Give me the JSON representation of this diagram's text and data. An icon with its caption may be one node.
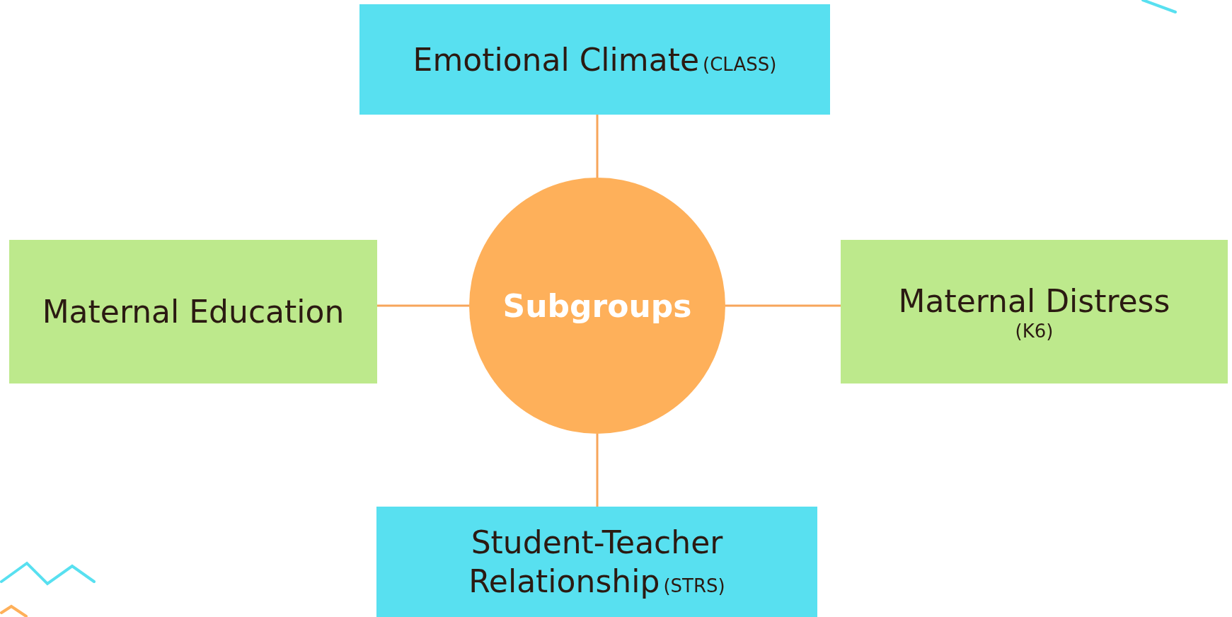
{
  "diagram": {
    "nodes": [
      {
        "text": [
          "Emotional Climate",
          "(CLASS)"
        ]
      },
      {
        "text": [
          "Maternal Education"
        ]
      },
      {
        "text": [
          "Subgroups"
        ]
      },
      {
        "text": [
          "Maternal Distress",
          "(K6)"
        ]
      },
      {
        "text": [
          "Student-Teacher Relationship",
          "(STRS)"
        ]
      }
    ],
    "edges": [
      {
        "from": 2,
        "to": 0,
        "arrow": "none"
      },
      {
        "from": 2,
        "to": 1,
        "arrow": "none"
      },
      {
        "from": 2,
        "to": 3,
        "arrow": "none"
      },
      {
        "from": 2,
        "to": 4,
        "arrow": "none"
      }
    ]
  }
}
